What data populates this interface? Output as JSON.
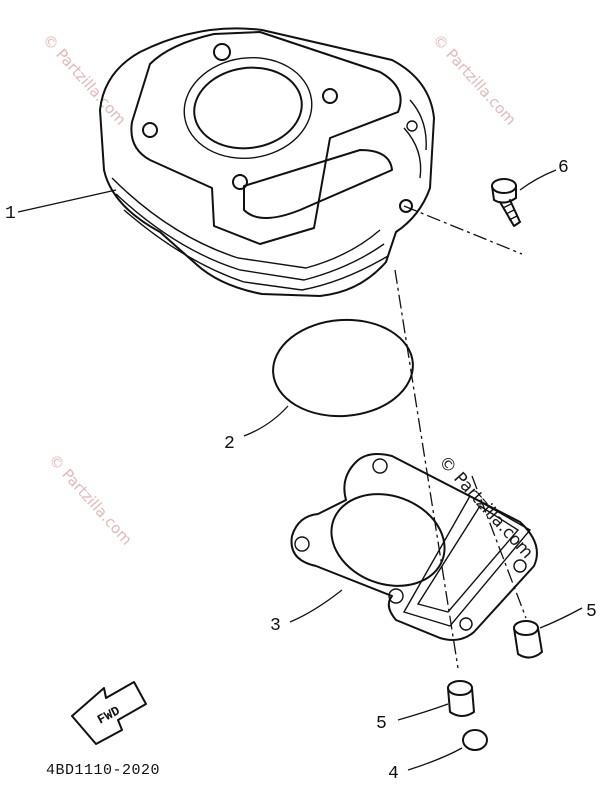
{
  "diagram": {
    "part_code": "4BD1110-2020",
    "direction_arrow_label": "FWD",
    "callouts": [
      {
        "id": "cylinder",
        "label": "1"
      },
      {
        "id": "o-ring",
        "label": "2"
      },
      {
        "id": "base-gasket",
        "label": "3"
      },
      {
        "id": "washer",
        "label": "4"
      },
      {
        "id": "dowel-right",
        "label": "5"
      },
      {
        "id": "dowel-left",
        "label": "5"
      },
      {
        "id": "bolt",
        "label": "6"
      }
    ],
    "watermark": "© Partzilla.com"
  },
  "colors": {
    "ink": "#111111",
    "watermark": "#e3b8b8",
    "background": "#ffffff"
  }
}
